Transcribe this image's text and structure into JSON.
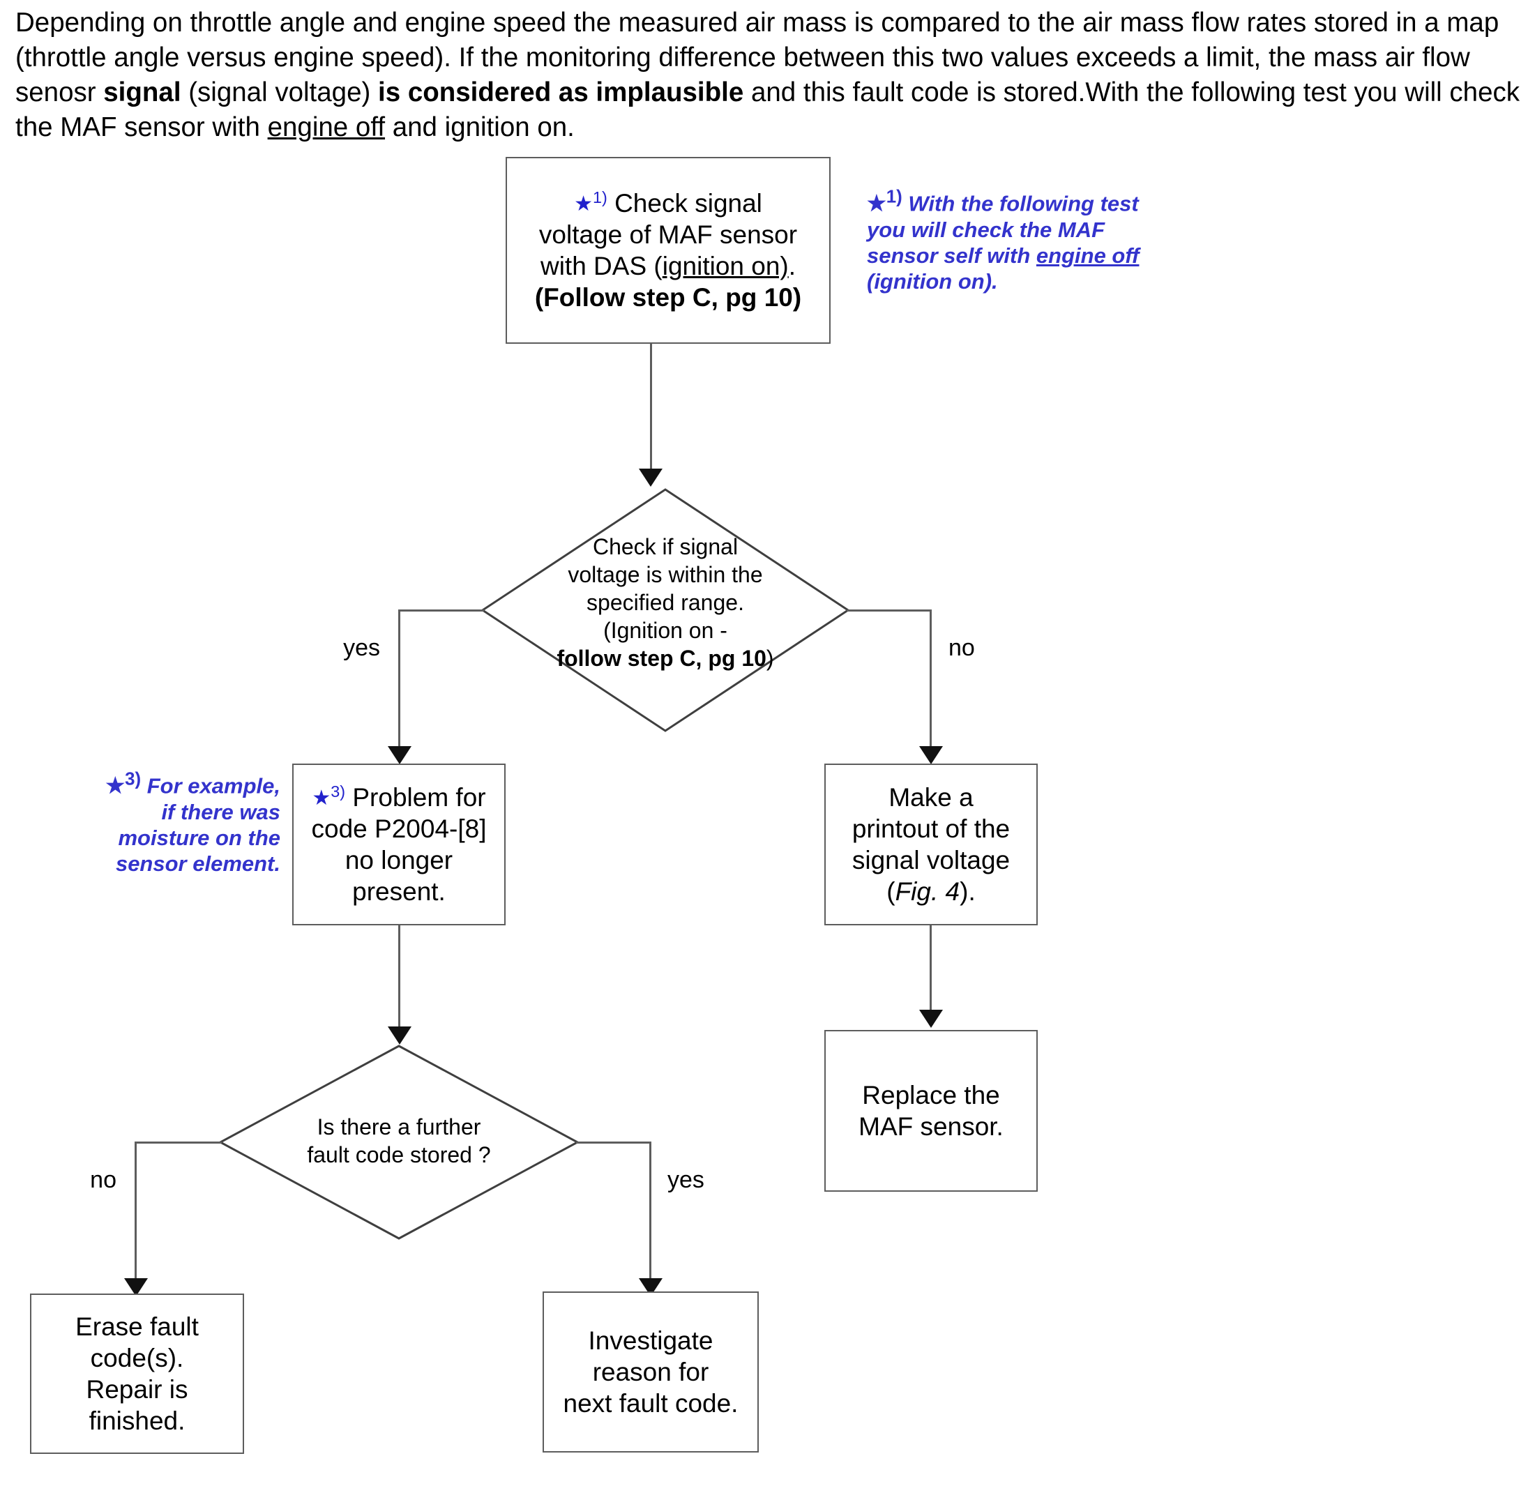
{
  "intro": {
    "segments": [
      {
        "text": "Depending on throttle angle and engine speed the measured air mass is compared to the air mass flow rates stored in a map (throttle angle versus engine speed). If the monitoring difference between this two values exceeds a limit, the mass air flow senosr ",
        "style": "normal"
      },
      {
        "text": "signal",
        "style": "bold"
      },
      {
        "text": " (signal voltage) ",
        "style": "normal"
      },
      {
        "text": "is considered as implausible",
        "style": "bold"
      },
      {
        "text": " and this fault code is stored.With the following test you will check the  MAF sensor with ",
        "style": "normal"
      },
      {
        "text": "engine off",
        "style": "underline"
      },
      {
        "text": " and ignition on.",
        "style": "normal"
      }
    ],
    "full_text": "Depending on throttle angle and engine speed the measured air mass is compared to the air mass flow rates stored in a map (throttle angle versus engine speed). If the monitoring difference between this two values exceeds a limit, the mass air flow senosr signal (signal voltage) is considered as implausible and this fault code is stored.With the following test you will check the  MAF sensor with engine off and ignition on."
  },
  "flowchart": {
    "nodes": {
      "check_signal_voltage": {
        "type": "process",
        "marker": "*1)",
        "line1": "Check signal",
        "line2": "voltage of  MAF sensor",
        "line3_prefix": "with DAS  (",
        "line3_underlined": "ignition on)",
        "line3_suffix": ".",
        "line4": "(Follow step C, pg 10)",
        "line4_bold_part": "Follow step C, pg 10",
        "text": "*1) Check signal voltage of MAF sensor with DAS (ignition on). (Follow step C, pg 10)"
      },
      "decision_signal_in_range": {
        "type": "decision",
        "line1": "Check if signal",
        "line2": "voltage is within the",
        "line3": "specified range.",
        "line4": "(Ignition on -",
        "line5_bold": "follow step C, pg 10",
        "line5_suffix": ")",
        "text": "Check if signal voltage is within the specified range. (Ignition on - follow step C, pg 10)"
      },
      "problem_no_longer_present": {
        "type": "process",
        "marker": "*3)",
        "line1": "Problem for",
        "line2": "code P2004-[8]",
        "line3": "no longer",
        "line4": "present.",
        "text": "*3) Problem for code P2004-[8] no longer present."
      },
      "make_printout": {
        "type": "process",
        "line1": "Make a",
        "line2": "printout of the",
        "line3": "signal voltage",
        "line4_prefix": "(",
        "line4_italic": "Fig. 4",
        "line4_suffix": ").",
        "text": "Make a printout of the signal voltage (Fig. 4)."
      },
      "replace_maf_sensor": {
        "type": "process",
        "line1": "Replace the",
        "line2": "MAF sensor.",
        "text": "Replace the MAF sensor."
      },
      "decision_further_fault_code": {
        "type": "decision",
        "line1": "Is there a further",
        "line2": "fault code stored ?",
        "text": "Is there a further fault code stored ?"
      },
      "erase_fault_codes": {
        "type": "process",
        "line1": "Erase fault",
        "line2": "code(s).",
        "line3": "Repair is",
        "line4": "finished.",
        "text": "Erase fault code(s). Repair is finished."
      },
      "investigate_next_fault": {
        "type": "process",
        "line1": "Investigate",
        "line2": "reason for",
        "line3": "next fault code.",
        "text": "Investigate reason for next fault code."
      }
    },
    "edge_labels": {
      "d1_yes": "yes",
      "d1_no": "no",
      "d2_no": "no",
      "d2_yes": "yes"
    }
  },
  "notes": {
    "note1": {
      "marker": "*1)",
      "line1": "With the following test",
      "line2": "you will check the  MAF",
      "line3_prefix": "sensor self  with ",
      "line3_underlined": "engine off",
      "line4": "(ignition on).",
      "text": "*1) With the following test you will check the MAF sensor self with engine off (ignition on)."
    },
    "note3": {
      "marker": "*3)",
      "line1": "For example,",
      "line2": "if there was",
      "line3": "moisture on the",
      "line4": "sensor element.",
      "text": "*3) For example, if there was moisture on the sensor element."
    }
  },
  "colors": {
    "text": "#000000",
    "note_blue": "#3333cc",
    "box_border": "#5d5d5d",
    "arrow": "#111111",
    "background": "#ffffff"
  }
}
